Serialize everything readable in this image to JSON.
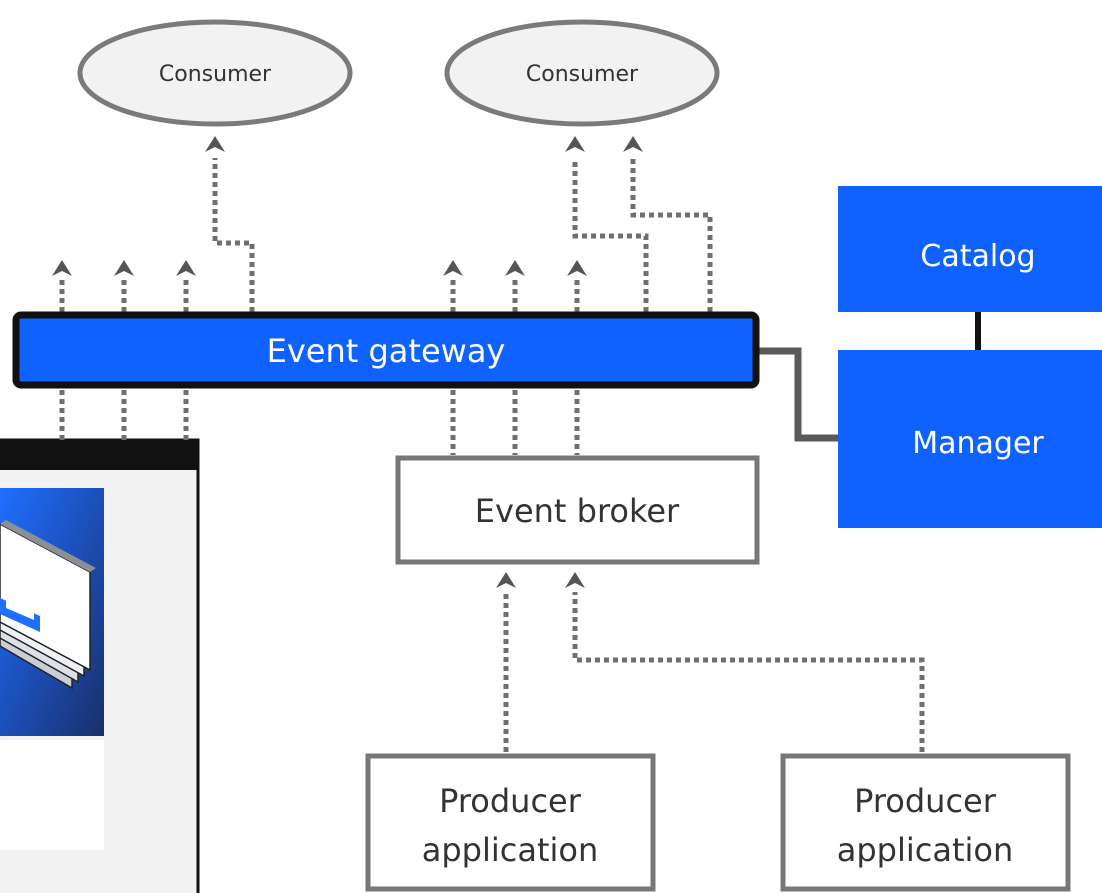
{
  "consumers": [
    {
      "label": "Consumer"
    },
    {
      "label": "Consumer"
    }
  ],
  "gateway": {
    "label": "Event gateway"
  },
  "broker": {
    "label": "Event broker"
  },
  "catalog": {
    "label": "Catalog"
  },
  "manager": {
    "label": "Manager"
  },
  "producers": [
    {
      "label_line1": "Producer",
      "label_line2": "application"
    },
    {
      "label_line1": "Producer",
      "label_line2": "application"
    }
  ],
  "colors": {
    "accent_blue": "#0f62fe",
    "node_gray": "#f2f2f2",
    "border_gray": "#777777",
    "arrow_gray": "#6f6f6f",
    "gateway_border": "#111111"
  }
}
